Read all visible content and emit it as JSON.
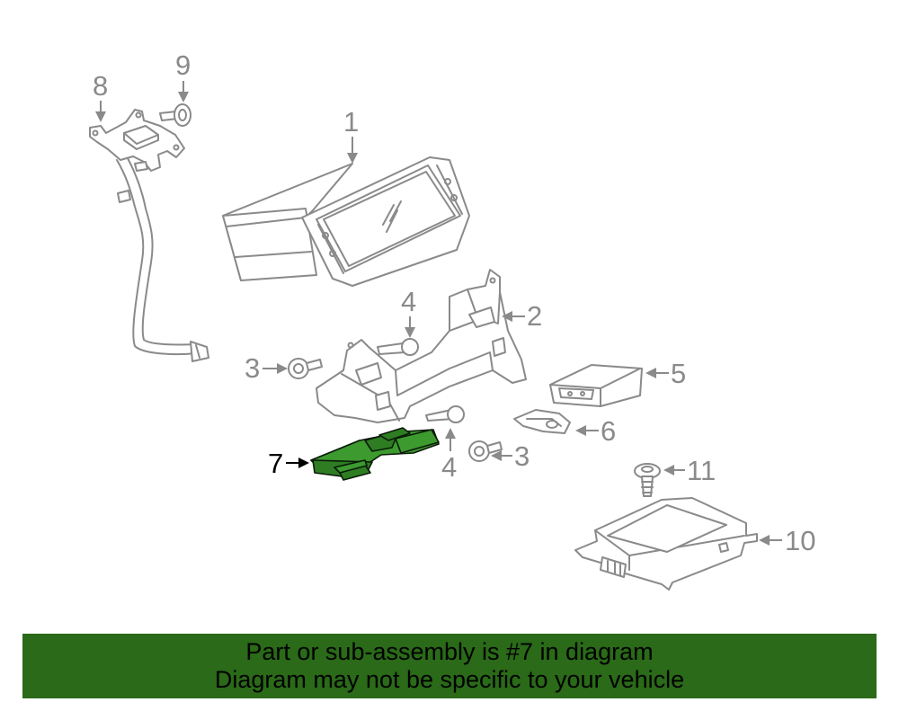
{
  "callouts": {
    "c1": "1",
    "c2": "2",
    "c3a": "3",
    "c3b": "3",
    "c4a": "4",
    "c4b": "4",
    "c5": "5",
    "c6": "6",
    "c7": "7",
    "c8": "8",
    "c9": "9",
    "c10": "10",
    "c11": "11"
  },
  "highlight": {
    "part": "7",
    "color": "#2e7d23"
  },
  "banner": {
    "line1": "Part or sub-assembly is #7 in diagram",
    "line2": "Diagram may not be specific to your vehicle",
    "color": "#2a6a18"
  }
}
